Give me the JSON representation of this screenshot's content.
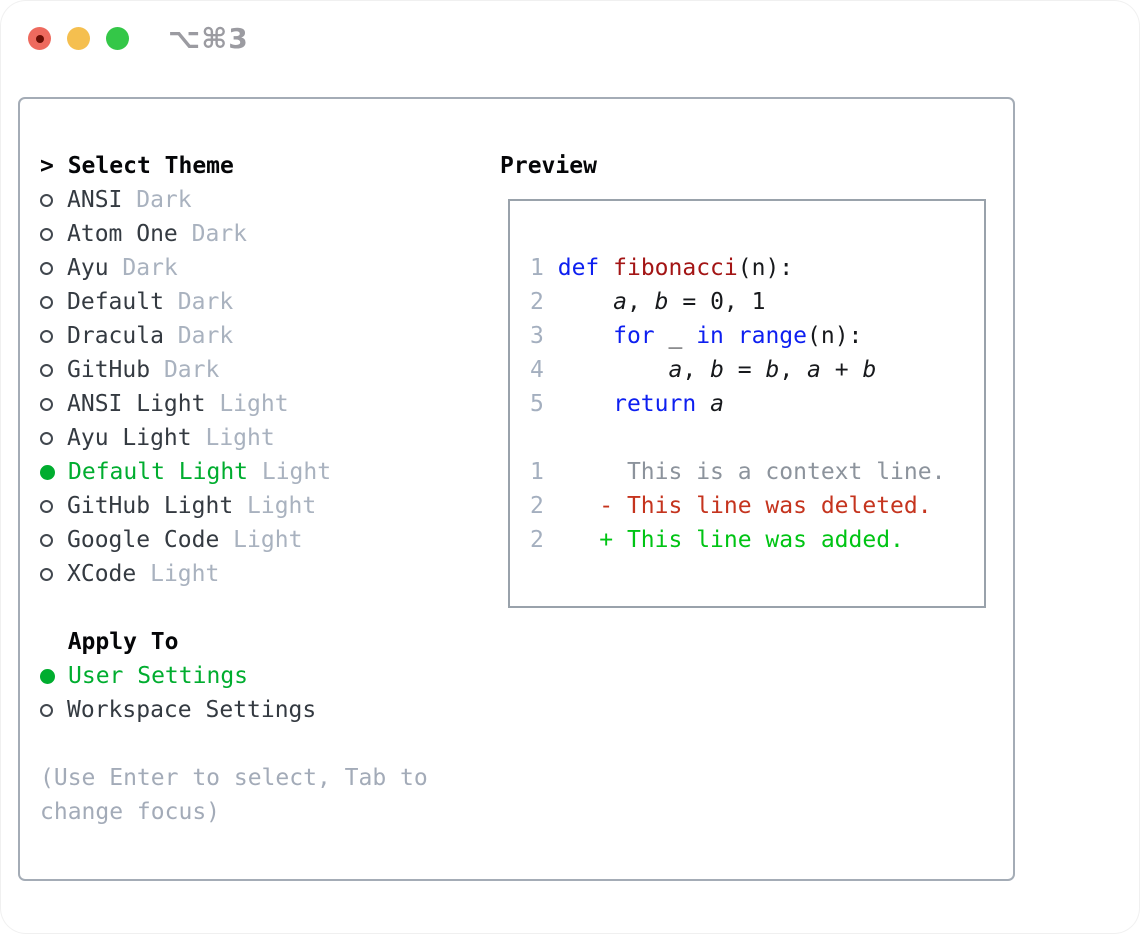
{
  "window": {
    "title": "⌥⌘3",
    "traffic_lights": [
      "close",
      "minimize",
      "maximize"
    ]
  },
  "theme_list": {
    "cursor": "> ",
    "header": "Select Theme",
    "items": [
      {
        "name": "ANSI",
        "variant": "Dark",
        "selected": false
      },
      {
        "name": "Atom One",
        "variant": "Dark",
        "selected": false
      },
      {
        "name": "Ayu",
        "variant": "Dark",
        "selected": false
      },
      {
        "name": "Default",
        "variant": "Dark",
        "selected": false
      },
      {
        "name": "Dracula",
        "variant": "Dark",
        "selected": false
      },
      {
        "name": "GitHub",
        "variant": "Dark",
        "selected": false
      },
      {
        "name": "ANSI Light",
        "variant": "Light",
        "selected": false
      },
      {
        "name": "Ayu Light",
        "variant": "Light",
        "selected": false
      },
      {
        "name": "Default Light",
        "variant": "Light",
        "selected": true
      },
      {
        "name": "GitHub Light",
        "variant": "Light",
        "selected": false
      },
      {
        "name": "Google Code",
        "variant": "Light",
        "selected": false
      },
      {
        "name": "XCode",
        "variant": "Light",
        "selected": false
      }
    ]
  },
  "apply_to": {
    "header": "Apply To",
    "options": [
      {
        "label": "User Settings",
        "selected": true
      },
      {
        "label": "Workspace Settings",
        "selected": false
      }
    ]
  },
  "help_text": "(Use Enter to select, Tab to change focus)",
  "preview": {
    "header": "Preview",
    "code_lines": [
      {
        "num": "1",
        "tokens": [
          {
            "t": "def",
            "c": "kw"
          },
          {
            "t": " ",
            "c": "pl"
          },
          {
            "t": "fibonacci",
            "c": "fn"
          },
          {
            "t": "(n):",
            "c": "pl"
          }
        ]
      },
      {
        "num": "2",
        "tokens": [
          {
            "t": "    ",
            "c": "pl"
          },
          {
            "t": "a",
            "c": "var"
          },
          {
            "t": ", ",
            "c": "pl"
          },
          {
            "t": "b",
            "c": "var"
          },
          {
            "t": " = 0, 1",
            "c": "pl"
          }
        ]
      },
      {
        "num": "3",
        "tokens": [
          {
            "t": "    ",
            "c": "pl"
          },
          {
            "t": "for",
            "c": "kw"
          },
          {
            "t": " _ ",
            "c": "pl"
          },
          {
            "t": "in",
            "c": "kw"
          },
          {
            "t": " ",
            "c": "pl"
          },
          {
            "t": "range",
            "c": "kw"
          },
          {
            "t": "(n):",
            "c": "pl"
          }
        ]
      },
      {
        "num": "4",
        "tokens": [
          {
            "t": "        ",
            "c": "pl"
          },
          {
            "t": "a",
            "c": "var"
          },
          {
            "t": ", ",
            "c": "pl"
          },
          {
            "t": "b",
            "c": "var"
          },
          {
            "t": " = ",
            "c": "pl"
          },
          {
            "t": "b",
            "c": "var"
          },
          {
            "t": ", ",
            "c": "pl"
          },
          {
            "t": "a",
            "c": "var"
          },
          {
            "t": " + ",
            "c": "pl"
          },
          {
            "t": "b",
            "c": "var"
          }
        ]
      },
      {
        "num": "5",
        "tokens": [
          {
            "t": "    ",
            "c": "pl"
          },
          {
            "t": "return",
            "c": "kw"
          },
          {
            "t": " ",
            "c": "pl"
          },
          {
            "t": "a",
            "c": "var"
          }
        ]
      },
      {
        "num": "",
        "tokens": []
      },
      {
        "num": "1",
        "tokens": [
          {
            "t": "     This is a context line.",
            "c": "ctx"
          }
        ]
      },
      {
        "num": "2",
        "tokens": [
          {
            "t": "   ",
            "c": "pl"
          },
          {
            "t": "- This line was deleted.",
            "c": "del"
          }
        ]
      },
      {
        "num": "2",
        "tokens": [
          {
            "t": "   ",
            "c": "pl"
          },
          {
            "t": "+ This line was added.",
            "c": "add"
          }
        ]
      }
    ]
  },
  "colors": {
    "accent_green": "#00ad2f",
    "added_green": "#00c414",
    "deleted_red": "#c5341e",
    "keyword_blue": "#0d1ff0",
    "function_red": "#a31515",
    "muted_gray": "#a9b2bf",
    "line_number_gray": "#a4afbf",
    "panel_border": "#a4acb6",
    "traffic_red": "#ee6a5e",
    "traffic_yellow": "#f5bf4f",
    "traffic_green": "#34c748"
  }
}
